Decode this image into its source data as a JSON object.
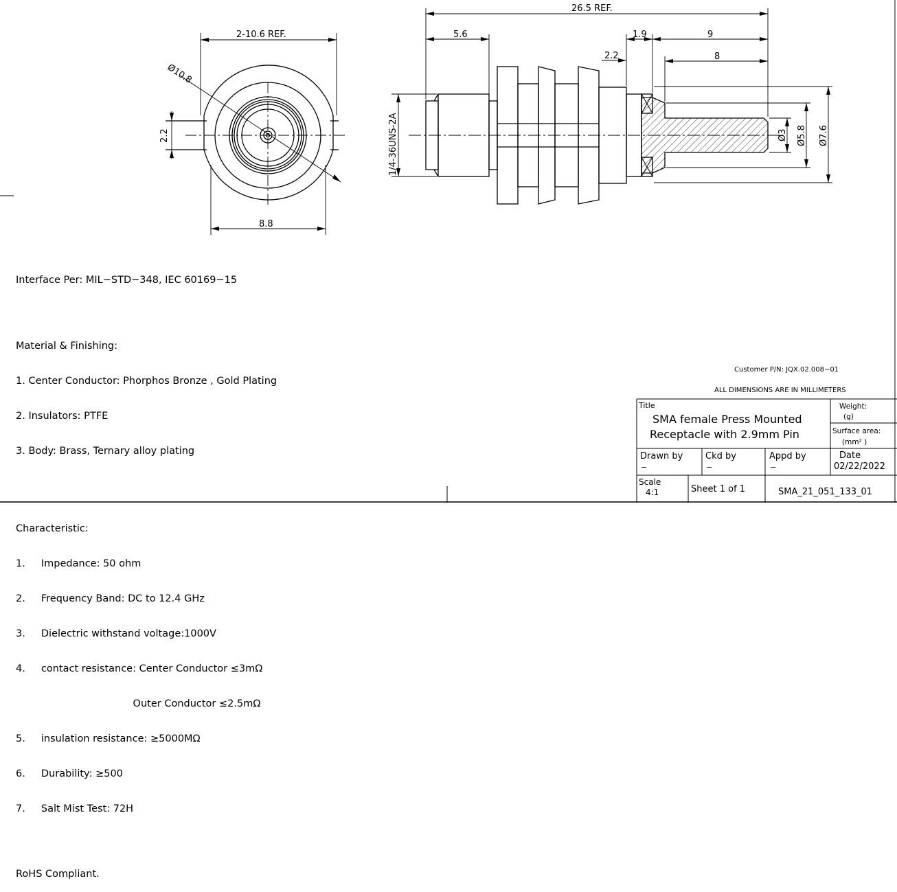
{
  "drawing": {
    "front_view_dims": {
      "width_ref": "2-10.6  REF.",
      "diameter": "Ø10.8",
      "slot": "2.2",
      "bottom": "8.8"
    },
    "side_view_dims": {
      "overall": "26.5  REF.",
      "left_len": "5.6",
      "d1_9": "1.9",
      "d9": "9",
      "d2_2": "2.2",
      "d8": "8",
      "thread": "1/4-36UNS-2A",
      "dia3": "Ø3",
      "dia5_8": "Ø5.8",
      "dia7_6": "Ø7.6"
    }
  },
  "notes": {
    "interface": "Interface Per: MIL−STD−348, IEC 60169−15",
    "material_title": "Material & Finishing:",
    "materials": [
      "1. Center Conductor: Phorphos Bronze , Gold Plating",
      "2. Insulators: PTFE",
      "3. Body: Brass, Ternary alloy plating"
    ],
    "char_title": "Characteristic:",
    "characteristics": [
      "1.     Impedance: 50 ohm",
      "2.     Frequency Band: DC to 12.4 GHz",
      "3.     Dielectric withstand voltage:1000V",
      "4.     contact resistance: Center Conductor ≤3mΩ",
      "                                     Outer Conductor ≤2.5mΩ",
      "5.     insulation resistance: ≥5000MΩ",
      "6.     Durability: ≥500",
      "7.     Salt Mist Test: 72H"
    ],
    "rohs": "RoHS Compliant."
  },
  "title_block": {
    "customer_pn": "Customer P/N: JQX.02.008−01",
    "units_note": "ALL DIMENSIONS ARE IN MILLIMETERS",
    "title_label": "Title",
    "title_line1": "SMA female Press Mounted",
    "title_line2": "Receptacle with 2.9mm Pin",
    "weight_label": "Weight:",
    "weight_unit": "(g)",
    "surface_label": "Surface area:",
    "surface_unit": "(mm² )",
    "drawn_label": "Drawn by",
    "drawn_val": "−",
    "ckd_label": "Ckd by",
    "ckd_val": "−",
    "appd_label": "Appd by",
    "appd_val": "−",
    "date_label": "Date",
    "date_val": "02/22/2022",
    "scale_label": "Scale",
    "scale_val": "4:1",
    "sheet": "Sheet 1 of 1",
    "drawing_no": "SMA_21_051_133_01"
  }
}
